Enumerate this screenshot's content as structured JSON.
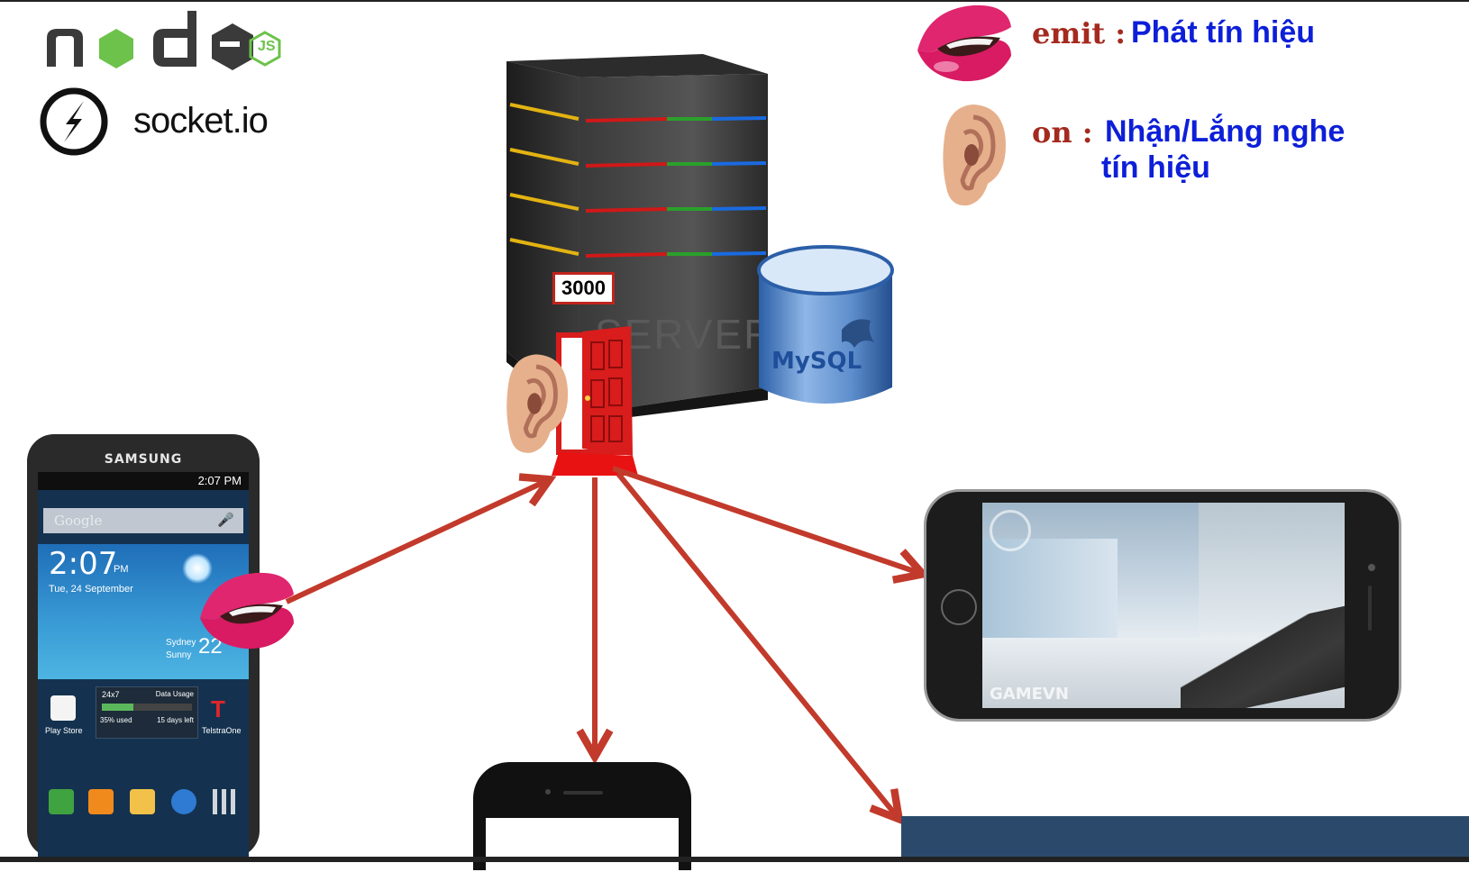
{
  "logos": {
    "node": "node",
    "node_badge": "JS",
    "socket": "socket.io"
  },
  "legend": {
    "emit_keyword": "emit :",
    "emit_desc": "Phát tín hiệu",
    "on_keyword": "on :",
    "on_desc_line1": "Nhận/Lắng nghe",
    "on_desc_line2": "tín hiệu"
  },
  "server": {
    "label": "SERVER",
    "port": "3000"
  },
  "database": {
    "label": "MySQL"
  },
  "phone_left": {
    "brand": "SAMSUNG",
    "status_time": "2:07 PM",
    "search_label": "Google",
    "clock": "2:07",
    "clock_suffix": "PM",
    "date": "Tue, 24 September",
    "city": "Sydney",
    "weather": "Sunny",
    "temp": "22°",
    "widget_title": "24x7",
    "widget_usage": "Data Usage",
    "widget_used": "35% used",
    "widget_days": "15 days left",
    "app1": "Play Store",
    "app2": "TelstraOne"
  },
  "phone_right": {
    "watermark": "GAMEVN"
  },
  "colors": {
    "arrow": "#c23a2b",
    "door": "#d91c1c",
    "legend_keyword": "#a42a1f",
    "legend_text": "#0d1fd8"
  }
}
